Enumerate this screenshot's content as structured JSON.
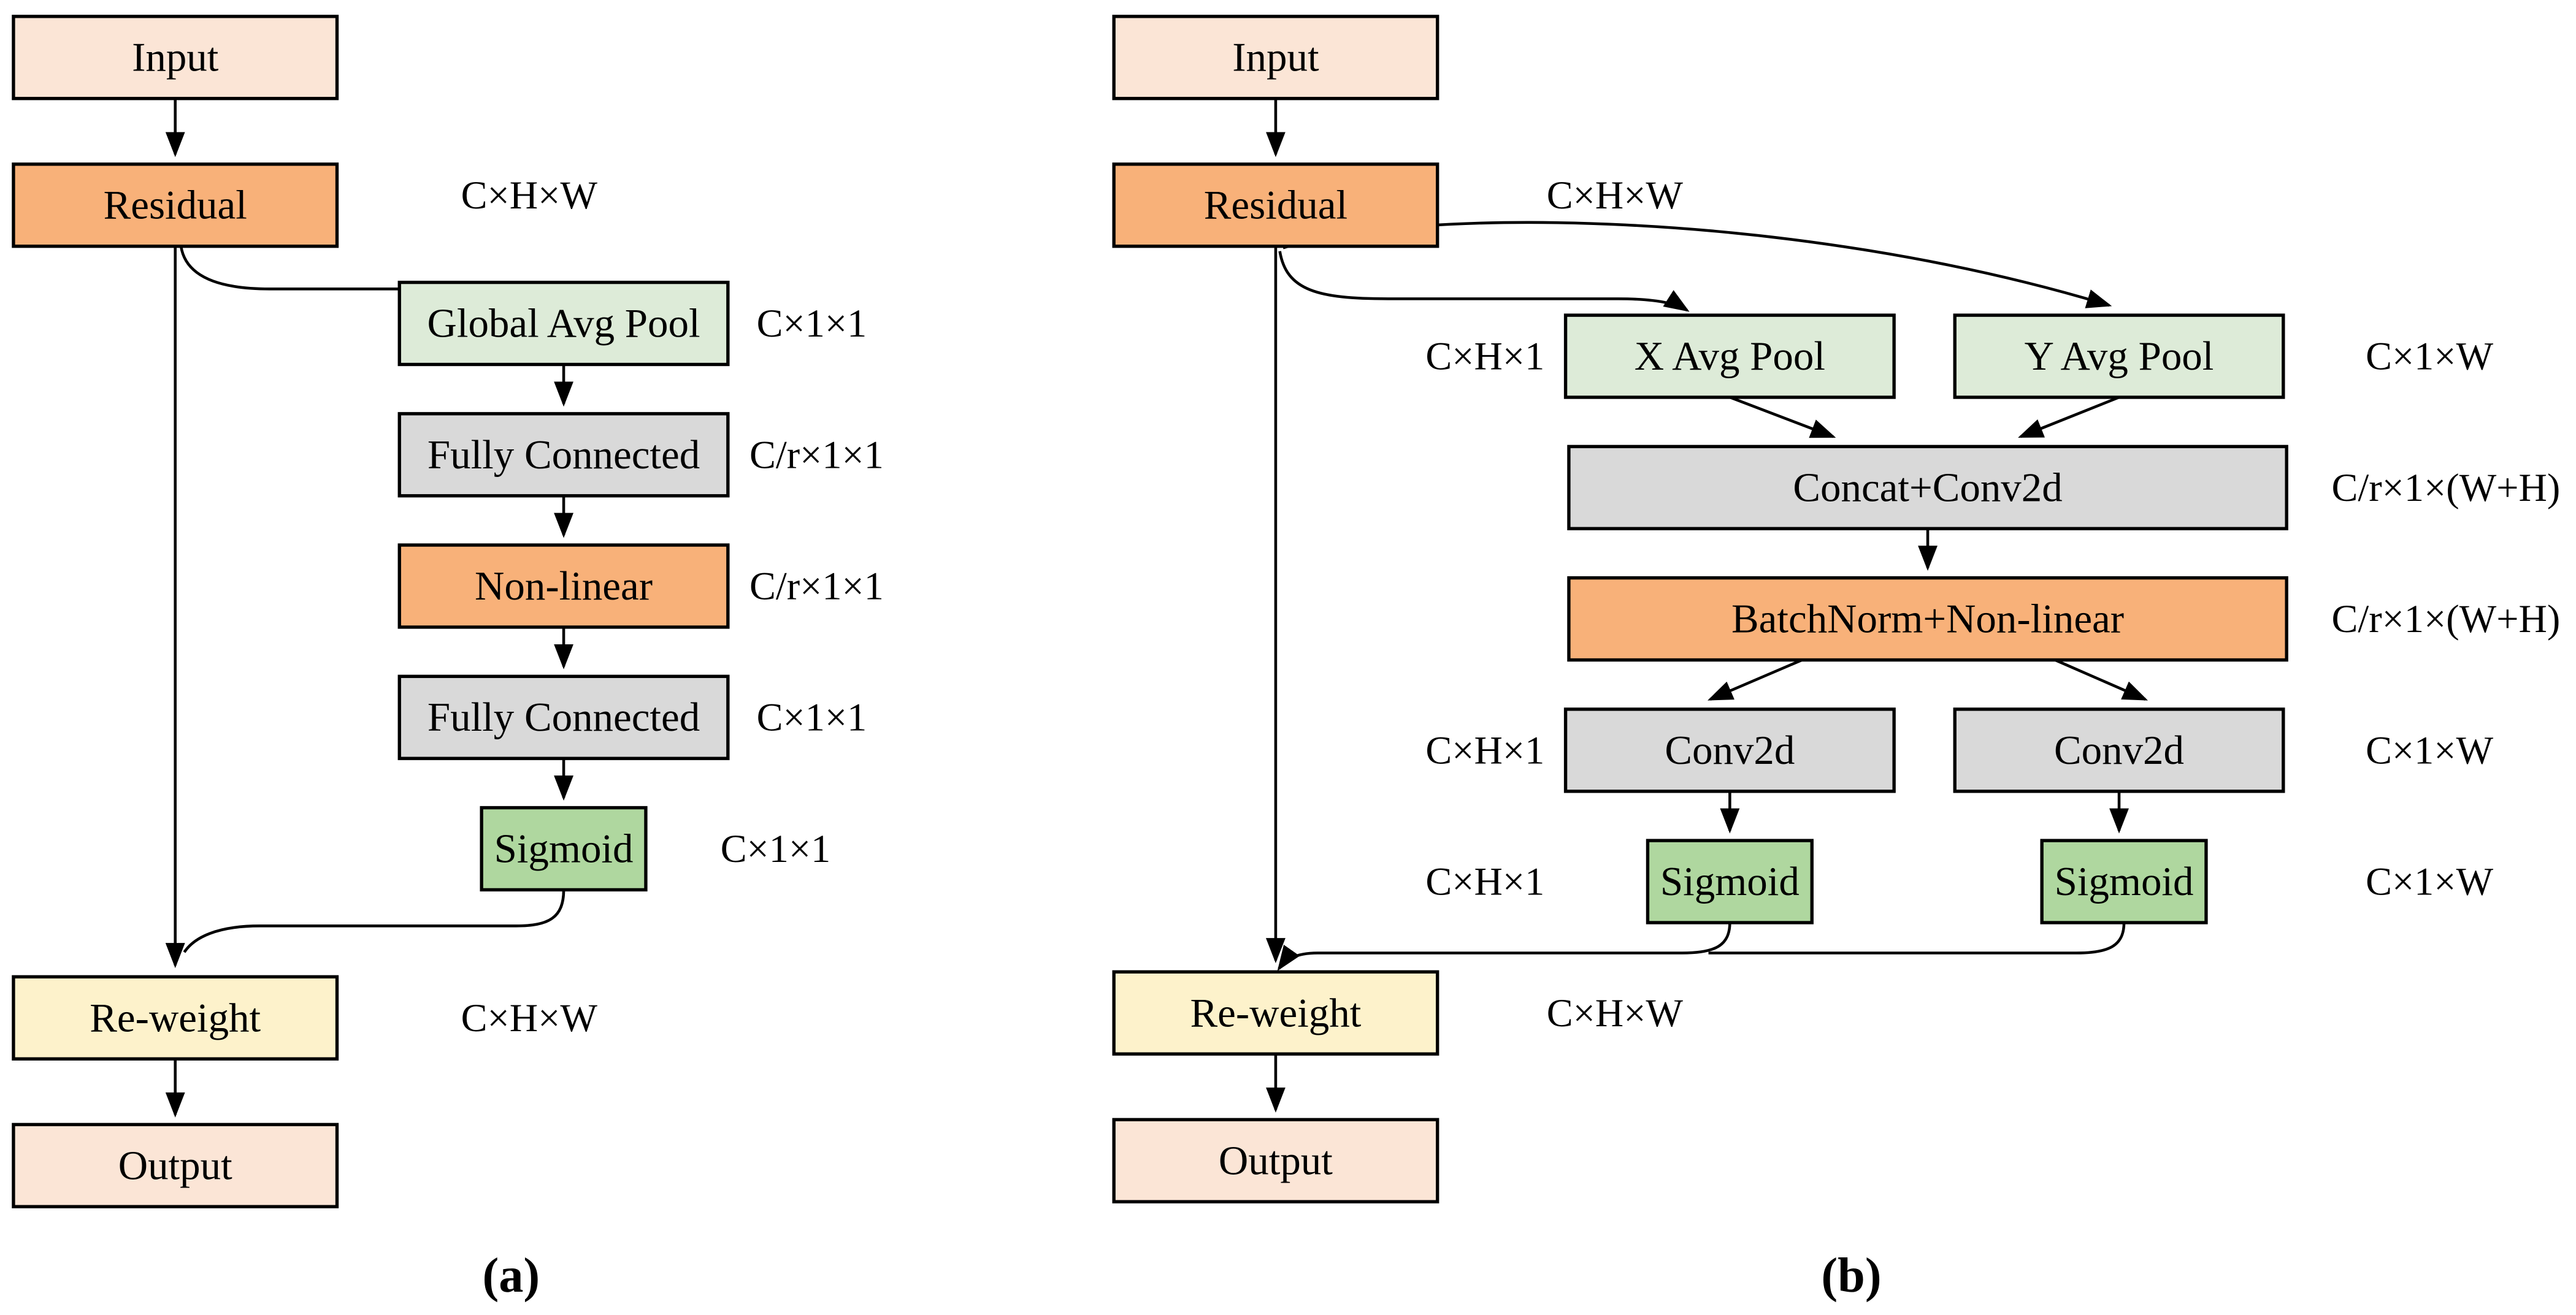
{
  "colors": {
    "io_fill": "#FBE5D6",
    "residual_fill": "#F8B179",
    "pool_fill": "#DDEBD8",
    "gray_fill": "#D9D9D9",
    "sigmoid_fill": "#AFD79F",
    "reweight_fill": "#FDF2CB",
    "stroke": "#000000"
  },
  "panel_a": {
    "caption": "(a)",
    "nodes": {
      "input": "Input",
      "residual": "Residual",
      "global_avg_pool": "Global Avg Pool",
      "fully_connected_1": "Fully Connected",
      "non_linear": "Non-linear",
      "fully_connected_2": "Fully Connected",
      "sigmoid": "Sigmoid",
      "reweight": "Re-weight",
      "output": "Output"
    },
    "dims": {
      "residual": "C×H×W",
      "global_avg_pool": "C×1×1",
      "fully_connected_1": "C/r×1×1",
      "non_linear": "C/r×1×1",
      "fully_connected_2": "C×1×1",
      "sigmoid": "C×1×1",
      "reweight": "C×H×W"
    }
  },
  "panel_b": {
    "caption": "(b)",
    "nodes": {
      "input": "Input",
      "residual": "Residual",
      "x_avg_pool": "X Avg Pool",
      "y_avg_pool": "Y Avg Pool",
      "concat_conv2d": "Concat+Conv2d",
      "batchnorm_non_linear": "BatchNorm+Non-linear",
      "conv2d_left": "Conv2d",
      "conv2d_right": "Conv2d",
      "sigmoid_left": "Sigmoid",
      "sigmoid_right": "Sigmoid",
      "reweight": "Re-weight",
      "output": "Output"
    },
    "dims": {
      "residual": "C×H×W",
      "xpool_in": "C×H×1",
      "ypool_out": "C×1×W",
      "concat_conv2d": "C/r×1×(W+H)",
      "batchnorm_non_linear": "C/r×1×(W+H)",
      "conv_left_in": "C×H×1",
      "conv_right_out": "C×1×W",
      "sigmoid_left_in": "C×H×1",
      "sigmoid_right_out": "C×1×W",
      "reweight": "C×H×W"
    }
  }
}
